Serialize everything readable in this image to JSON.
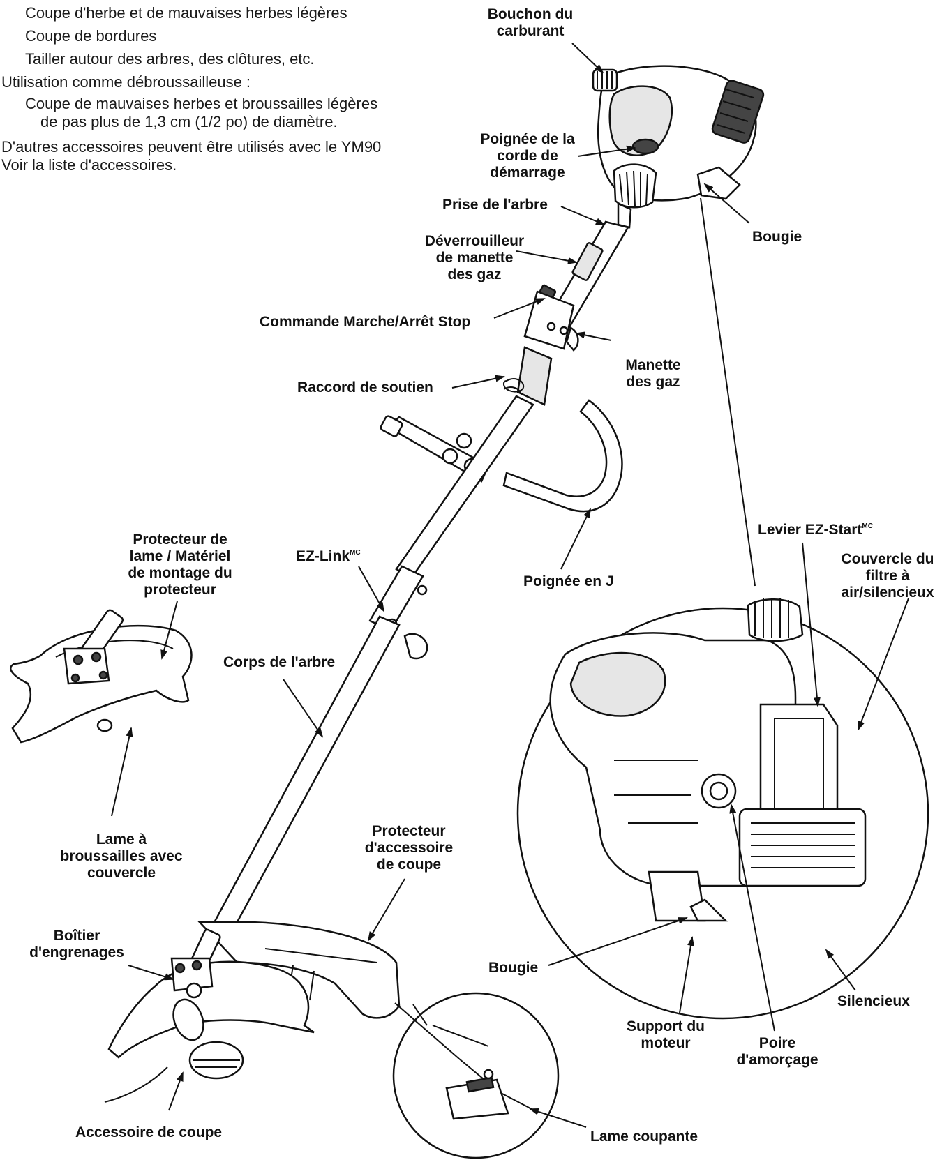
{
  "intro": {
    "line1": "Coupe d'herbe et de mauvaises herbes légères",
    "line2": "Coupe de bordures",
    "line3": "Tailler autour des arbres, des clôtures, etc.",
    "line4": "Utilisation comme débroussailleuse :",
    "line5": "Coupe de mauvaises herbes et broussailles légères",
    "line6": "de pas plus de 1,3 cm (1/2 po) de diamètre.",
    "line7": "D'autres accessoires peuvent être utilisés avec le YM90",
    "line8": "Voir la liste d'accessoires."
  },
  "labels": {
    "bouchon1": "Bouchon du",
    "bouchon2": "carburant",
    "poignee1": "Poignée de la",
    "poignee2": "corde de",
    "poignee3": "démarrage",
    "prise": "Prise de l'arbre",
    "bougie_top": "Bougie",
    "deverr1": "Déverrouilleur",
    "deverr2": "de manette",
    "deverr3": "des gaz",
    "commande": "Commande Marche/Arrêt Stop",
    "manette1": "Manette",
    "manette2": "des gaz",
    "raccord": "Raccord de soutien",
    "protlame1": "Protecteur de",
    "protlame2": "lame / Matériel",
    "protlame3": "de montage du",
    "protlame4": "protecteur",
    "ezlink": "EZ-Link",
    "ezlink_sup": "MC",
    "poigneej": "Poignée en J",
    "levier": "Levier EZ-Start",
    "levier_sup": "MC",
    "couvercle1": "Couvercle du",
    "couvercle2": "filtre à",
    "couvercle3": "air/silencieux",
    "corps": "Corps de l'arbre",
    "lame1": "Lame à",
    "lame2": "broussailles avec",
    "lame3": "couvercle",
    "protacc1": "Protecteur",
    "protacc2": "d'accessoire",
    "protacc3": "de coupe",
    "boitier1": "Boîtier",
    "boitier2": "d'engrenages",
    "bougie_bottom": "Bougie",
    "silencieux": "Silencieux",
    "support1": "Support du",
    "support2": "moteur",
    "poire1": "Poire",
    "poire2": "d'amorçage",
    "accessoire": "Accessoire de coupe",
    "lamecoupante": "Lame coupante"
  }
}
